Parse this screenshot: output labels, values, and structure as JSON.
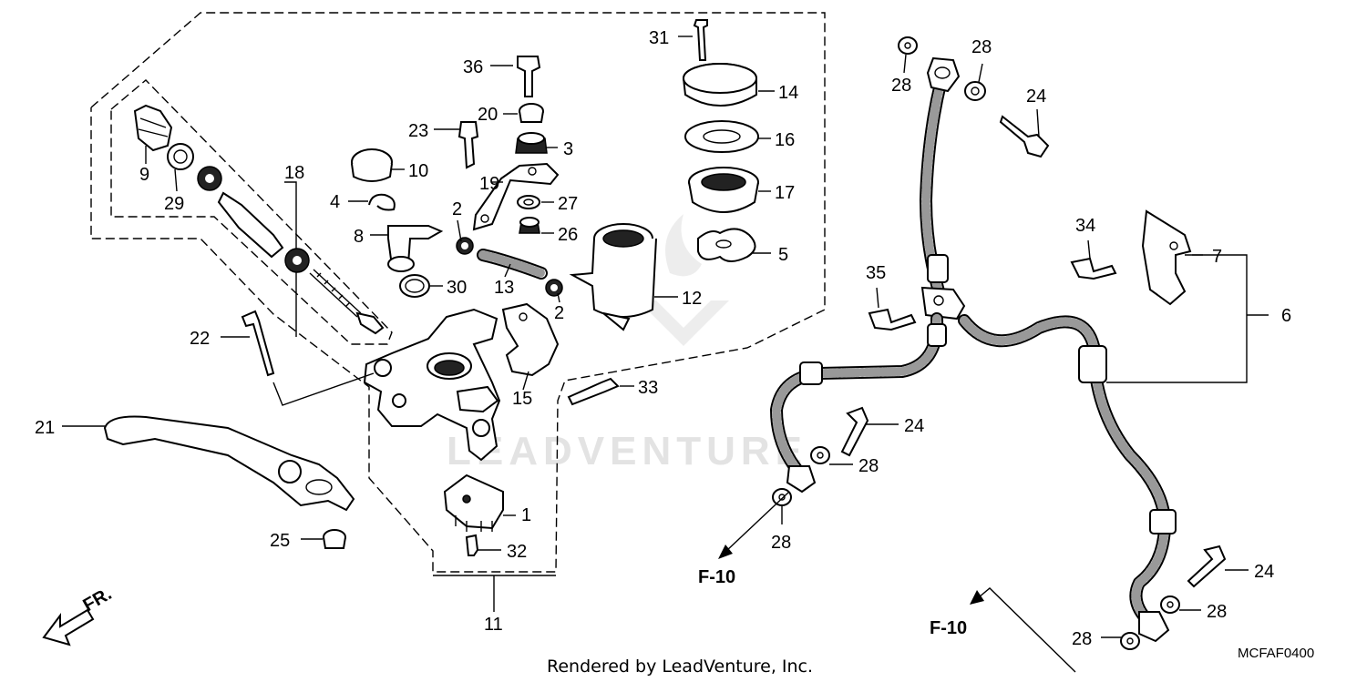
{
  "callouts": {
    "c1": "1",
    "c2a": "2",
    "c2b": "2",
    "c3": "3",
    "c4": "4",
    "c5": "5",
    "c6": "6",
    "c7": "7",
    "c8": "8",
    "c9": "9",
    "c10": "10",
    "c11": "11",
    "c12": "12",
    "c13": "13",
    "c14": "14",
    "c15": "15",
    "c16": "16",
    "c17": "17",
    "c18": "18",
    "c19": "19",
    "c20": "20",
    "c21": "21",
    "c22": "22",
    "c23": "23",
    "c24a": "24",
    "c24b": "24",
    "c24c": "24",
    "c25": "25",
    "c26": "26",
    "c27": "27",
    "c28a": "28",
    "c28b": "28",
    "c28c": "28",
    "c28d": "28",
    "c28e": "28",
    "c28f": "28",
    "c29": "29",
    "c30": "30",
    "c31": "31",
    "c32": "32",
    "c33": "33",
    "c34": "34",
    "c35": "35",
    "c36": "36"
  },
  "references": {
    "f10_left": "F-10",
    "f10_right": "F-10"
  },
  "direction_label": "FR.",
  "footer_text": "Rendered by LeadVenture, Inc.",
  "diagram_code": "MCFAF0400",
  "watermark": "LEADVENTURE",
  "colors": {
    "line": "#000000",
    "background": "#ffffff",
    "watermark": "#e3e3e3"
  }
}
